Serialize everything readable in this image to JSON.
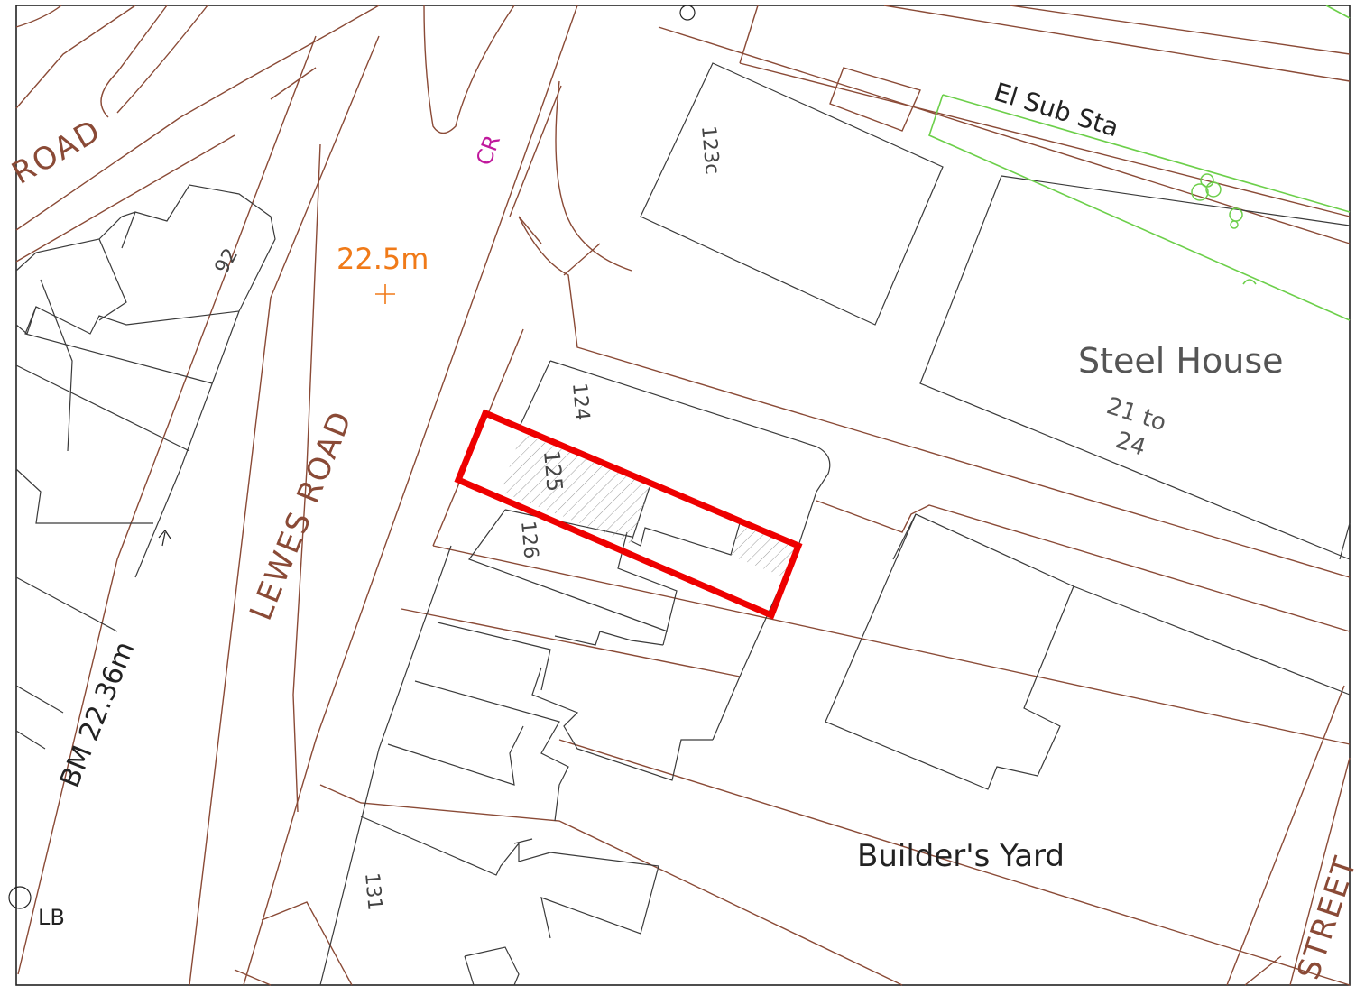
{
  "colors": {
    "road_line": "#8a4a36",
    "building_line": "#3a3a3a",
    "site_boundary": "#ee0000",
    "spot_height": "#f07a18",
    "cr_label": "#c0189c",
    "vegetation": "#6ccf4a",
    "road_text": "#8a4a36",
    "text": "#222222"
  },
  "labels": {
    "road_main": "LEWES ROAD",
    "road_top": "ROAD",
    "street": "STREET",
    "cr": "CR",
    "spot_height": "22.5m",
    "benchmark": "BM 22.36m",
    "el_sub_sta": "El Sub Sta",
    "steel_house": "Steel House",
    "steel_house_range_1": "21 to",
    "steel_house_range_2": "24",
    "builders_yard": "Builder's Yard",
    "lb": "LB",
    "num_92": "92",
    "num_123c": "123c",
    "num_124": "124",
    "num_125": "125",
    "num_126": "126",
    "num_131": "131"
  },
  "icons": {
    "spot_height_marker": "plus-icon",
    "benchmark_marker": "arrow-up-icon",
    "trees": "tree-icon"
  }
}
